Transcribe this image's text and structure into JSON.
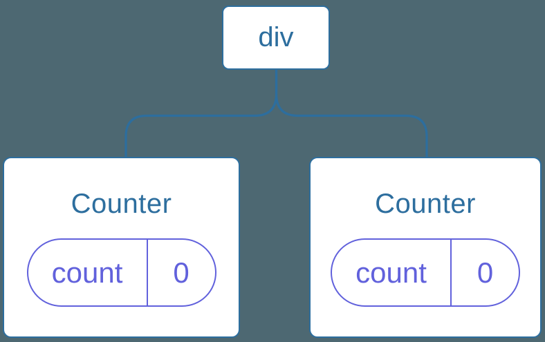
{
  "diagram": {
    "background_color": "#4d6872",
    "node_fill_color": "#ffffff",
    "line_color": "#2d6e9e",
    "accent_color": "#6161dc",
    "root_node": {
      "label": "div"
    },
    "children": [
      {
        "title": "Counter",
        "state_key": "count",
        "state_value": "0"
      },
      {
        "title": "Counter",
        "state_key": "count",
        "state_value": "0"
      }
    ]
  }
}
